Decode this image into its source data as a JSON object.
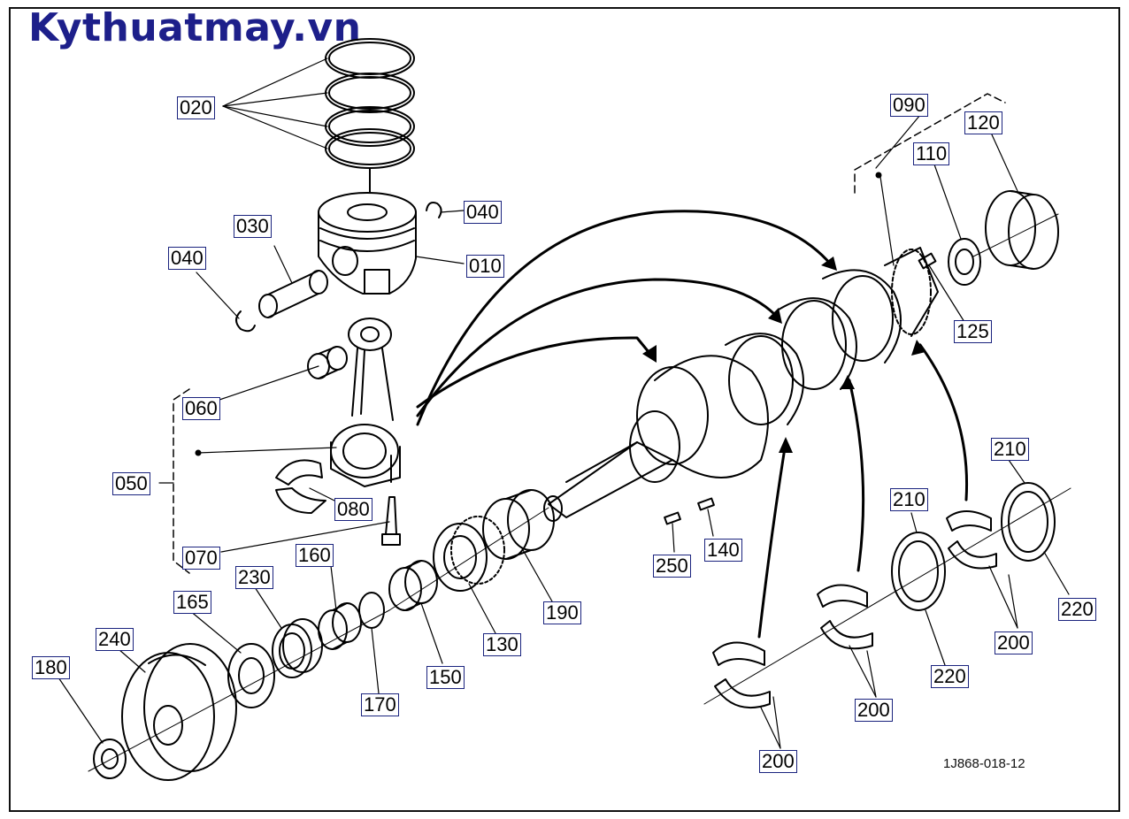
{
  "watermark": "Kythuatmay.vn",
  "drawing_code": "1J868-018-12",
  "labels": [
    "020",
    "040",
    "030",
    "040",
    "010",
    "060",
    "050",
    "080",
    "070",
    "090",
    "120",
    "110",
    "125",
    "210",
    "220",
    "200",
    "210",
    "220",
    "200",
    "200",
    "140",
    "250",
    "190",
    "130",
    "150",
    "170",
    "160",
    "230",
    "165",
    "240",
    "180"
  ]
}
